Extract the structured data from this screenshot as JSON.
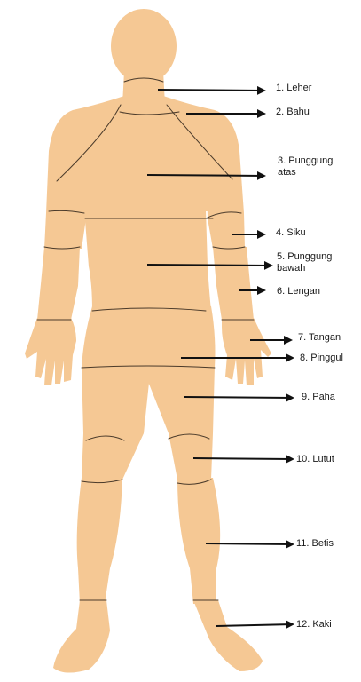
{
  "diagram": {
    "skin_color": "#F5C894",
    "line_color": "#4a3a2a",
    "arrow_color": "#111111"
  },
  "labels": [
    {
      "id": "leher",
      "text": "1. Leher"
    },
    {
      "id": "bahu",
      "text": "2. Bahu"
    },
    {
      "id": "punggung-atas",
      "text": "3. Punggung atas"
    },
    {
      "id": "siku",
      "text": "4. Siku"
    },
    {
      "id": "punggung-bawah",
      "text": "5. Punggung bawah"
    },
    {
      "id": "lengan",
      "text": "6. Lengan"
    },
    {
      "id": "tangan",
      "text": "7. Tangan"
    },
    {
      "id": "pinggul",
      "text": "8. Pinggul"
    },
    {
      "id": "paha",
      "text": "9. Paha"
    },
    {
      "id": "lutut",
      "text": "10. Lutut"
    },
    {
      "id": "betis",
      "text": "11. Betis"
    },
    {
      "id": "kaki",
      "text": "12. Kaki"
    }
  ]
}
